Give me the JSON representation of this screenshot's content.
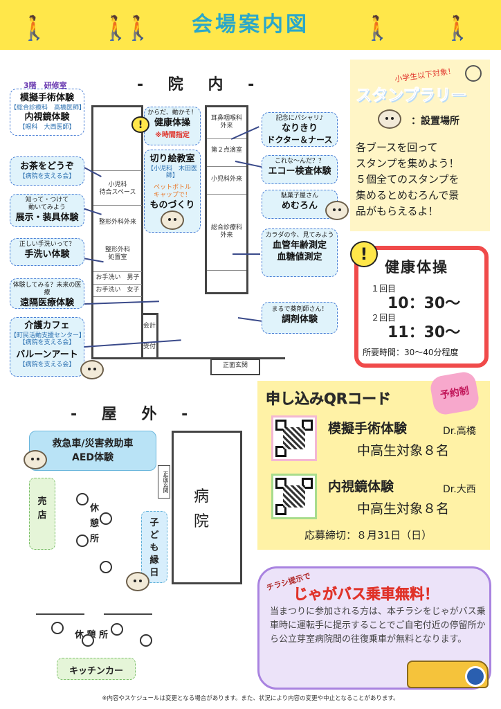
{
  "header": {
    "title": "会場案内図",
    "walker_icon": "person-walking-icon"
  },
  "sections": {
    "indoor": "- 院 内 -",
    "outdoor": "- 屋 外 -"
  },
  "indoor_booths": {
    "floor3": {
      "label": "3階　研修室"
    },
    "mogi": {
      "main": "模擬手術体験",
      "sub": "【総合診療科　高橋医師】"
    },
    "naishi": {
      "main": "内視鏡体験",
      "sub": "【眼科　大西医師】"
    },
    "ocha": {
      "main": "お茶をどうぞ",
      "sub": "【病院を支える会】"
    },
    "tenji": {
      "top": "知って・つけて",
      "top2": "動いてみよう",
      "main": "展示・装具体験"
    },
    "tearai": {
      "top": "正しい手洗いって？",
      "main": "手洗い体験"
    },
    "enkaku": {
      "top": "体験してみる？未来の医療",
      "main": "遠隔医療体験"
    },
    "kaigo": {
      "main": "介護カフェ",
      "sub": "【町民活動支援センター】",
      "sub2": "【病院を支える会】"
    },
    "balloon": {
      "main": "バルーンアート",
      "sub": "【病院を支える会】"
    },
    "kenko": {
      "top": "からだ、動かそ！",
      "main": "健康体操",
      "red": "※時間指定"
    },
    "kirie": {
      "main": "切り絵教室",
      "sub": "【小児科　木田医師】",
      "top": "ペットボトル",
      "top2": "キャップで！",
      "main2": "ものづくり"
    },
    "narikiri": {
      "top": "記念にパシャリ♪",
      "main": "なりきり",
      "main2": "ドクター＆ナース"
    },
    "echo": {
      "top": "これな～んだ？？",
      "main": "エコー検査体験"
    },
    "memuron": {
      "top": "駄菓子屋さん",
      "main": "めむろん"
    },
    "kekkan": {
      "top": "カラダの今、見てみよう",
      "main": "血管年齢測定",
      "main2": "血糖値測定"
    },
    "chozai": {
      "top": "まるで薬剤師さん！",
      "main": "調剤体験"
    }
  },
  "rooms": {
    "shonika": "小児科\n待合スペース",
    "seikei": "整形外科外来",
    "seikei_shochi": "整形外科\n処置室",
    "wc_m": "お手洗い　男子",
    "wc_f": "お手洗い　女子",
    "kaikei": "会計",
    "uketsuke": "受付",
    "genkan": "正面玄関",
    "jibi": "耳鼻咽喉科\n外来",
    "tenteki": "第２点滴室",
    "shoni_gairai": "小児科外来",
    "sogo": "総合診療科\n外来"
  },
  "outdoor": {
    "kyukyu": "救急車/災害救助車\nAED体験",
    "baiten": "売\n店",
    "kyukei1": "休\n憩\n所",
    "kodomo": "子\nど\nも\n縁\n日",
    "genkan2": "正面玄関",
    "byoin": "病\n院",
    "kyukei2": "休 憩 所",
    "kitchen": "キッチンカー"
  },
  "stamp": {
    "target": "小学生以下対象！",
    "title": "スタンプラリー",
    "place": "：設置場所",
    "body": "各ブースを回って\nスタンプを集めよう！\n５個全てのスタンプを\n集めるとめむろんで景\n品がもらえるよ！"
  },
  "health": {
    "title": "健康体操",
    "r1": "１回目",
    "t1": "10：30～",
    "r2": "２回目",
    "t2": "11：30～",
    "dur": "所要時間：30～40分程度"
  },
  "qr": {
    "title": "申し込みQRコード",
    "badge": "予約制",
    "e1_name": "模擬手術体験",
    "e1_dr": "Dr.高橋",
    "e1_target": "中高生対象８名",
    "e2_name": "内視鏡体験",
    "e2_dr": "Dr.大西",
    "e2_target": "中高生対象８名",
    "deadline": "応募締切：８月31日（日）"
  },
  "bus": {
    "tag": "チラシ提示で",
    "title": "じゃがバス乗車無料！",
    "body": "当まつりに参加される方は、本チラシをじゃがバス乗車時に運転手に提示することでご自宅付近の停留所から公立芽室病院間の往復乗車が無料となります。"
  },
  "footer": "※内容やスケジュールは変更となる場合があります。また、状況により内容の変更や中止となることがあります。",
  "colors": {
    "banner": "#ffe74a",
    "title": "#2aa7c9",
    "accent_red": "#f04a4a",
    "booth_bg": "#e0f3fb"
  }
}
